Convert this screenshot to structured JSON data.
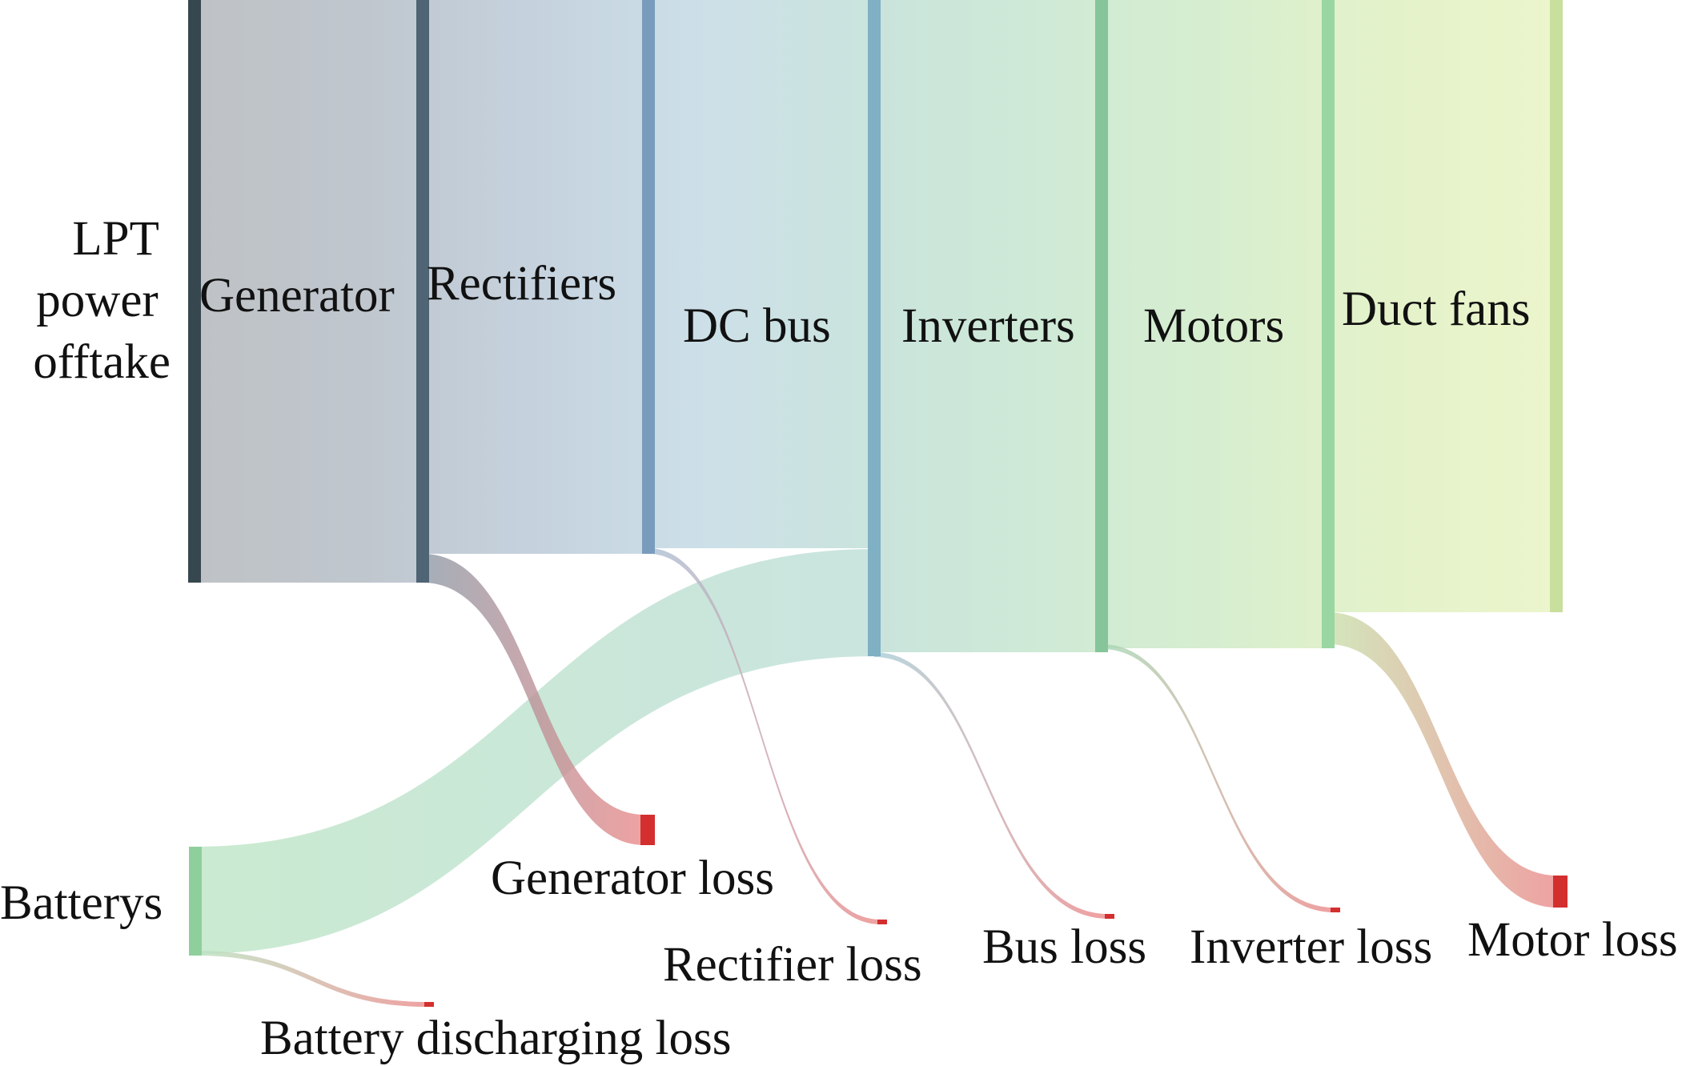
{
  "diagram": {
    "type": "sankey",
    "nodes": [
      {
        "id": "lpt",
        "label_lines": [
          "LPT",
          "power",
          "offtake"
        ],
        "color": "#37474f"
      },
      {
        "id": "batterys",
        "label_lines": [
          "Batterys"
        ],
        "color": "#8ecf9c"
      },
      {
        "id": "generator",
        "label_lines": [
          "Generator"
        ],
        "color": "#4f6475"
      },
      {
        "id": "rectifiers",
        "label_lines": [
          "Rectifiers"
        ],
        "color": "#7a9cbc"
      },
      {
        "id": "dc_bus",
        "label_lines": [
          "DC bus"
        ],
        "color": "#7fb0c4"
      },
      {
        "id": "inverters",
        "label_lines": [
          "Inverters"
        ],
        "color": "#86c59a"
      },
      {
        "id": "motors",
        "label_lines": [
          "Motors"
        ],
        "color": "#9ad6a1"
      },
      {
        "id": "duct_fans",
        "label_lines": [
          "Duct fans"
        ],
        "color": "#c9df9e"
      },
      {
        "id": "generator_loss",
        "label_lines": [
          "Generator loss"
        ],
        "color": "#d32f2f"
      },
      {
        "id": "rectifier_loss",
        "label_lines": [
          "Rectifier loss"
        ],
        "color": "#d32f2f"
      },
      {
        "id": "bus_loss",
        "label_lines": [
          "Bus loss"
        ],
        "color": "#d32f2f"
      },
      {
        "id": "inverter_loss",
        "label_lines": [
          "Inverter loss"
        ],
        "color": "#d32f2f"
      },
      {
        "id": "motor_loss",
        "label_lines": [
          "Motor loss"
        ],
        "color": "#d32f2f"
      },
      {
        "id": "battery_discharging_loss",
        "label_lines": [
          "Battery discharging loss"
        ],
        "color": "#d32f2f"
      }
    ],
    "links": [
      {
        "source": "lpt",
        "target": "generator",
        "value": 100
      },
      {
        "source": "generator",
        "target": "rectifiers",
        "value": 96
      },
      {
        "source": "generator",
        "target": "generator_loss",
        "value": 4
      },
      {
        "source": "rectifiers",
        "target": "dc_bus",
        "value": 95
      },
      {
        "source": "rectifiers",
        "target": "rectifier_loss",
        "value": 1
      },
      {
        "source": "batterys",
        "target": "dc_bus",
        "value": 18
      },
      {
        "source": "batterys",
        "target": "battery_discharging_loss",
        "value": 1
      },
      {
        "source": "dc_bus",
        "target": "inverters",
        "value": 112
      },
      {
        "source": "dc_bus",
        "target": "bus_loss",
        "value": 1
      },
      {
        "source": "inverters",
        "target": "motors",
        "value": 111
      },
      {
        "source": "inverters",
        "target": "inverter_loss",
        "value": 1
      },
      {
        "source": "motors",
        "target": "duct_fans",
        "value": 106
      },
      {
        "source": "motors",
        "target": "motor_loss",
        "value": 5
      }
    ]
  }
}
